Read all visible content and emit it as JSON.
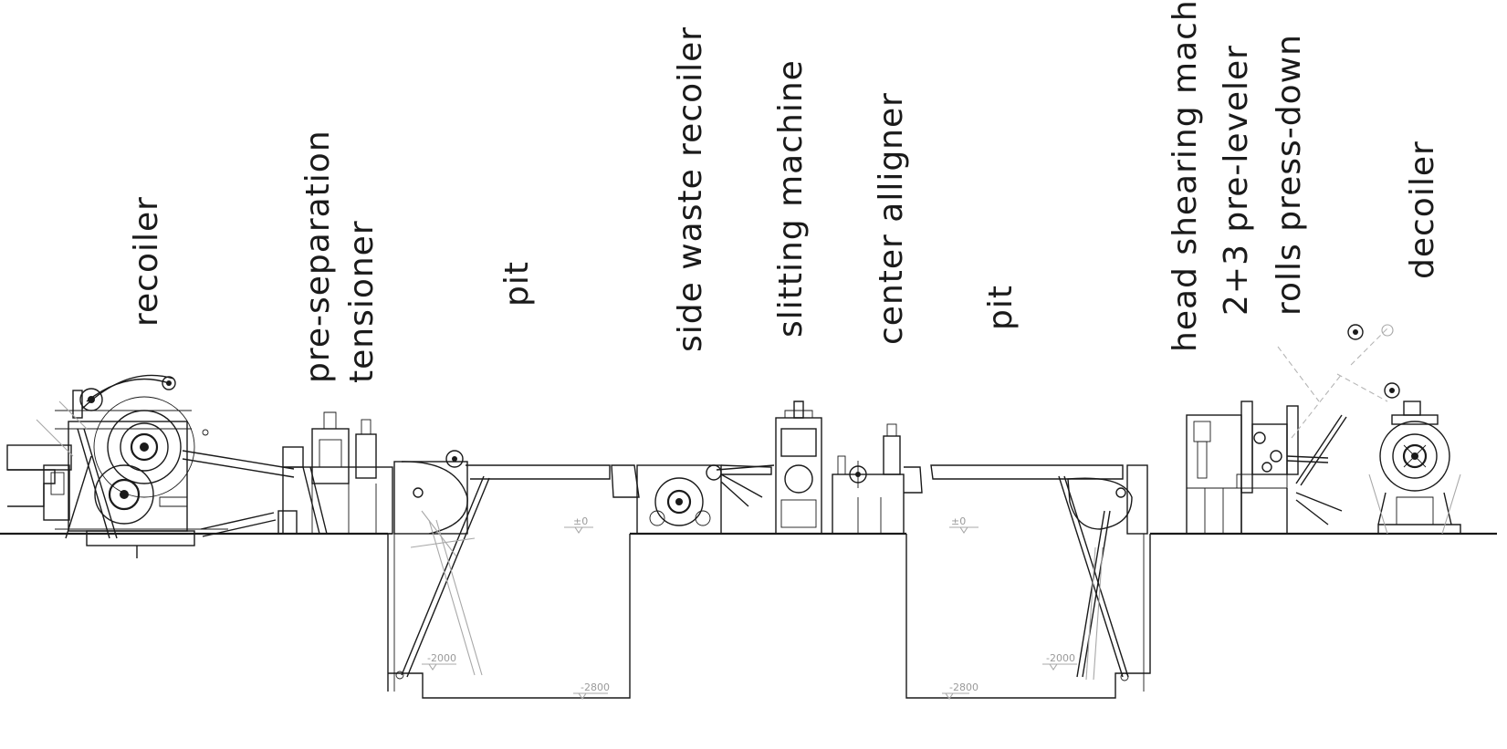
{
  "diagram": {
    "stations": [
      {
        "id": "recoiler",
        "lines": [
          "recoiler"
        ]
      },
      {
        "id": "tensioner",
        "lines": [
          "pre-separation",
          "tensioner"
        ]
      },
      {
        "id": "pit-left",
        "lines": [
          "pit"
        ]
      },
      {
        "id": "side-waste-recoiler",
        "lines": [
          "side waste recoiler"
        ]
      },
      {
        "id": "slitting-machine",
        "lines": [
          "slitting machine"
        ]
      },
      {
        "id": "center-alligner",
        "lines": [
          "center alligner"
        ]
      },
      {
        "id": "pit-right",
        "lines": [
          "pit"
        ]
      },
      {
        "id": "head-shearing",
        "lines": [
          "head shearing machine",
          "2+3 pre-leveler",
          "rolls press-down"
        ]
      },
      {
        "id": "decoiler",
        "lines": [
          "decoiler"
        ]
      }
    ],
    "dimensions": {
      "floor_left": "±0",
      "floor_right": "±0",
      "pit_left_arm": "-2000",
      "pit_left_bottom": "-2800",
      "pit_right_arm": "-2000",
      "pit_right_bottom": "-2800"
    }
  }
}
